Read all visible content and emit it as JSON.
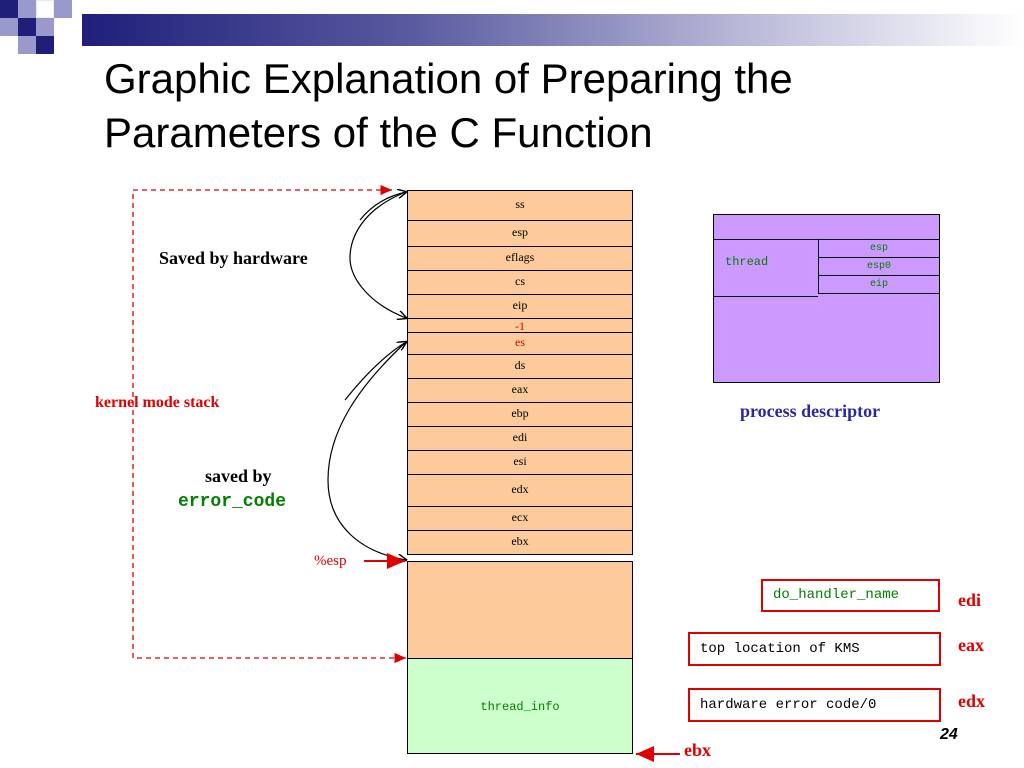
{
  "title": {
    "line1": "Graphic Explanation of Preparing the",
    "line2": "Parameters of the C Function"
  },
  "stack": {
    "cells": [
      {
        "label": "ss",
        "color": "#000000"
      },
      {
        "label": "esp",
        "color": "#000000"
      },
      {
        "label": "eflags",
        "color": "#000000"
      },
      {
        "label": "cs",
        "color": "#000000"
      },
      {
        "label": "eip",
        "color": "#000000"
      },
      {
        "label": "-1",
        "color": "#e00000"
      },
      {
        "label": "es",
        "color": "#e00000"
      },
      {
        "label": "ds",
        "color": "#000000"
      },
      {
        "label": "eax",
        "color": "#000000"
      },
      {
        "label": "ebp",
        "color": "#000000"
      },
      {
        "label": "edi",
        "color": "#000000"
      },
      {
        "label": "esi",
        "color": "#000000"
      },
      {
        "label": "edx",
        "color": "#000000"
      },
      {
        "label": "ecx",
        "color": "#000000"
      },
      {
        "label": "ebx",
        "color": "#000000"
      }
    ],
    "thread_info": "thread_info"
  },
  "labels": {
    "saved_by_hardware": "Saved by hardware",
    "kernel_mode_stack": "kernel mode stack",
    "saved_by": "saved by",
    "error_code": "error_code",
    "esp_pointer": "%esp",
    "ebx_pointer": "ebx"
  },
  "process_descriptor": {
    "caption": "process descriptor",
    "thread": "thread",
    "fields": [
      "esp",
      "esp0",
      "eip"
    ]
  },
  "registers": [
    {
      "value": "do_handler_name",
      "reg": "edi",
      "value_color": "#008000"
    },
    {
      "value": "top location of KMS",
      "reg": "eax",
      "value_color": "#000000"
    },
    {
      "value": "hardware error code/0",
      "reg": "edx",
      "value_color": "#000000"
    }
  ],
  "page_number": "24",
  "colors": {
    "stack_fill": "#fdcb9b",
    "thread_info_fill": "#ccffcc",
    "descriptor_fill": "#cc99ff",
    "accent_red": "#e00000",
    "title_blue": "#2a2aa0"
  }
}
